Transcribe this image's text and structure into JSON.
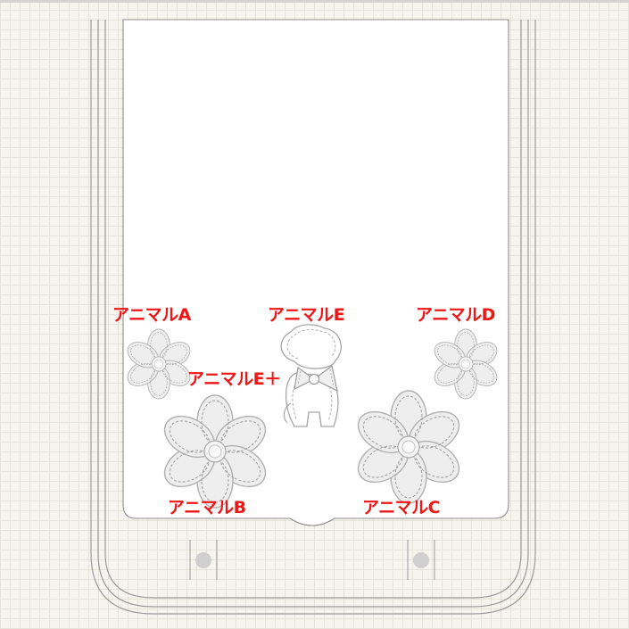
{
  "labels": {
    "animal_a": "アニマルA",
    "animal_e": "アニマルE",
    "animal_d": "アニマルD",
    "animal_e_plus": "アニマルE＋",
    "animal_b": "アニマルB",
    "animal_c": "アニマルC"
  },
  "colors": {
    "label": "#ef1616",
    "background": "#f6f4ee",
    "grid": "#e6e3da",
    "outline": "#9a9a9a",
    "screen": "#ffffff",
    "sticker_fill": "#eeeeee",
    "sticker_stitch": "#9c9c9c",
    "home_dot": "#cfcfcf"
  },
  "icons": [
    "flower-sticker-icon",
    "dog-sticker-icon",
    "bow-icon",
    "home-button-icon"
  ]
}
